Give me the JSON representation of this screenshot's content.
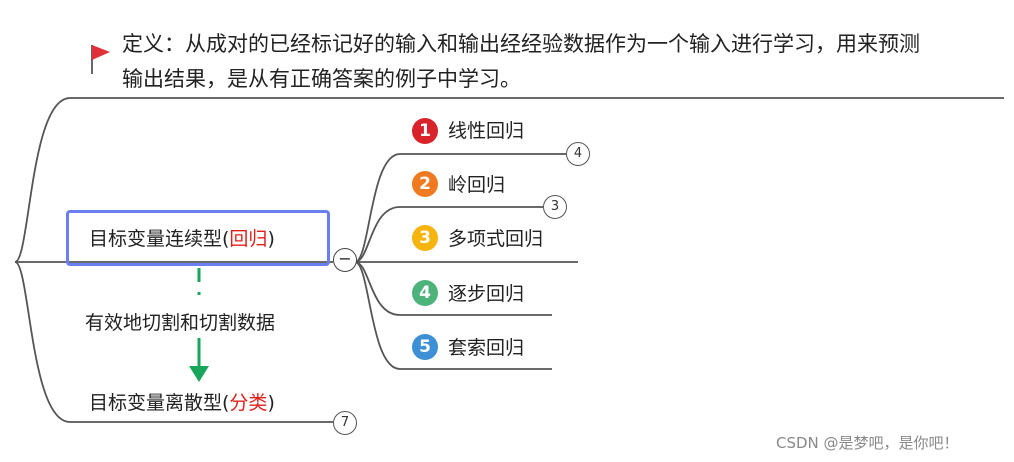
{
  "definition": {
    "line1": "定义：从成对的已经标记好的输入和输出经经验数据作为一个输入进行学习，用来预测",
    "line2": "输出结果，是从有正确答案的例子中学习。"
  },
  "topic_continuous": {
    "prefix": "目标变量连续型(",
    "highlight": "回归",
    "suffix": ")",
    "collapse_symbol": "−"
  },
  "relation_label": "有效地切割和切割数据",
  "topic_discrete": {
    "prefix": "目标变量离散型(",
    "highlight": "分类",
    "suffix": ")",
    "count": "7"
  },
  "branches": [
    {
      "num": "1",
      "label": "线性回归",
      "color": "#d8232a",
      "count": "4"
    },
    {
      "num": "2",
      "label": "岭回归",
      "color": "#f07a22",
      "count": "3"
    },
    {
      "num": "3",
      "label": "多项式回归",
      "color": "#f6b40e"
    },
    {
      "num": "4",
      "label": "逐步回归",
      "color": "#4db37a"
    },
    {
      "num": "5",
      "label": "套索回归",
      "color": "#3d8fd6"
    }
  ],
  "colors": {
    "line": "#555555",
    "selection": "#6a7ff0",
    "highlight": "#e0201a",
    "relation": "#1aa65a"
  },
  "watermark": "CSDN @是梦吧，是你吧！"
}
